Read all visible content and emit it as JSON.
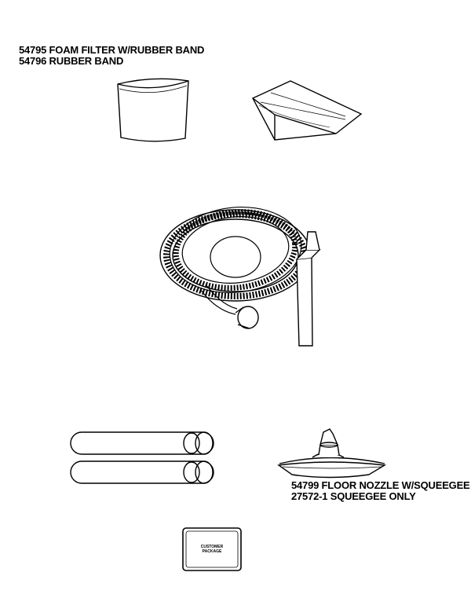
{
  "labels": {
    "filter_line1": "54795 FOAM FILTER W/RUBBER BAND",
    "filter_line2": "54796 RUBBER BAND",
    "nozzle_line1": "54799 FLOOR NOZZLE W/SQUEEGEE",
    "nozzle_line2": "27572-1 SQUEEGEE ONLY"
  },
  "package": {
    "line1": "CUSTOMER",
    "line2": "PACKAGE"
  }
}
